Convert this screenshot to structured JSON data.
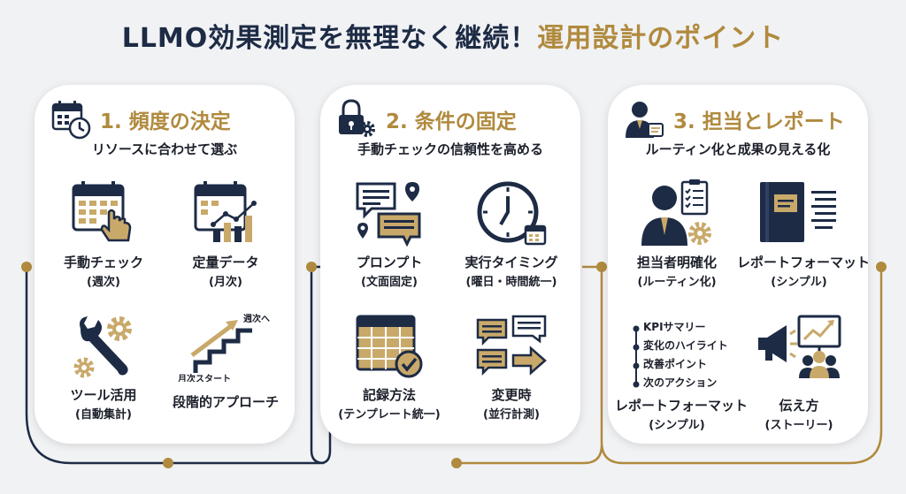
{
  "title": {
    "part1": "LLMO効果測定を無理なく継続！",
    "part2": "運用設計のポイント"
  },
  "colors": {
    "navy": "#1d2b45",
    "gold": "#b08a3e",
    "tan": "#c9a96a"
  },
  "cards": [
    {
      "title": "1. 頻度の決定",
      "subtitle": "リソースに合わせて選ぶ",
      "icon": "calendar-clock-icon",
      "items": [
        {
          "label": "手動チェック",
          "sub": "(週次)",
          "icon": "calendar-hand-icon"
        },
        {
          "label": "定量データ",
          "sub": "(月次)",
          "icon": "calendar-chart-icon"
        },
        {
          "label": "ツール活用",
          "sub": "(自動集計)",
          "icon": "wrench-gear-icon"
        },
        {
          "label": "段階的アプローチ",
          "sub": "",
          "icon": "stairs-arrow-icon",
          "step_top": "週次へ",
          "step_bottom": "月次スタート"
        }
      ]
    },
    {
      "title": "2. 条件の固定",
      "subtitle": "手動チェックの信頼性を高める",
      "icon": "lock-gear-icon",
      "items": [
        {
          "label": "プロンプト",
          "sub": "(文面固定)",
          "icon": "chat-bubbles-icon"
        },
        {
          "label": "実行タイミング",
          "sub": "(曜日・時間統一)",
          "icon": "clock-calendar-icon"
        },
        {
          "label": "記録方法",
          "sub": "(テンプレート統一)",
          "icon": "table-check-icon"
        },
        {
          "label": "変更時",
          "sub": "(並行計測)",
          "icon": "parallel-bubbles-icon"
        }
      ]
    },
    {
      "title": "3. 担当とレポート",
      "subtitle": "ルーティン化と成果の見える化",
      "icon": "person-badge-icon",
      "items": [
        {
          "label": "担当者明確化",
          "sub": "(ルーティン化)",
          "icon": "person-checklist-icon"
        },
        {
          "label": "レポートフォーマット",
          "sub": "(シンプル)",
          "icon": "report-book-icon"
        },
        {
          "label": "レポートフォーマット",
          "sub": "(シンプル)",
          "icon": "kpi-list-icon"
        },
        {
          "label": "伝え方",
          "sub": "(ストーリー)",
          "icon": "megaphone-presentation-icon"
        }
      ],
      "kpi_list": [
        "KPIサマリー",
        "変化のハイライト",
        "改善ポイント",
        "次のアクション"
      ]
    }
  ]
}
